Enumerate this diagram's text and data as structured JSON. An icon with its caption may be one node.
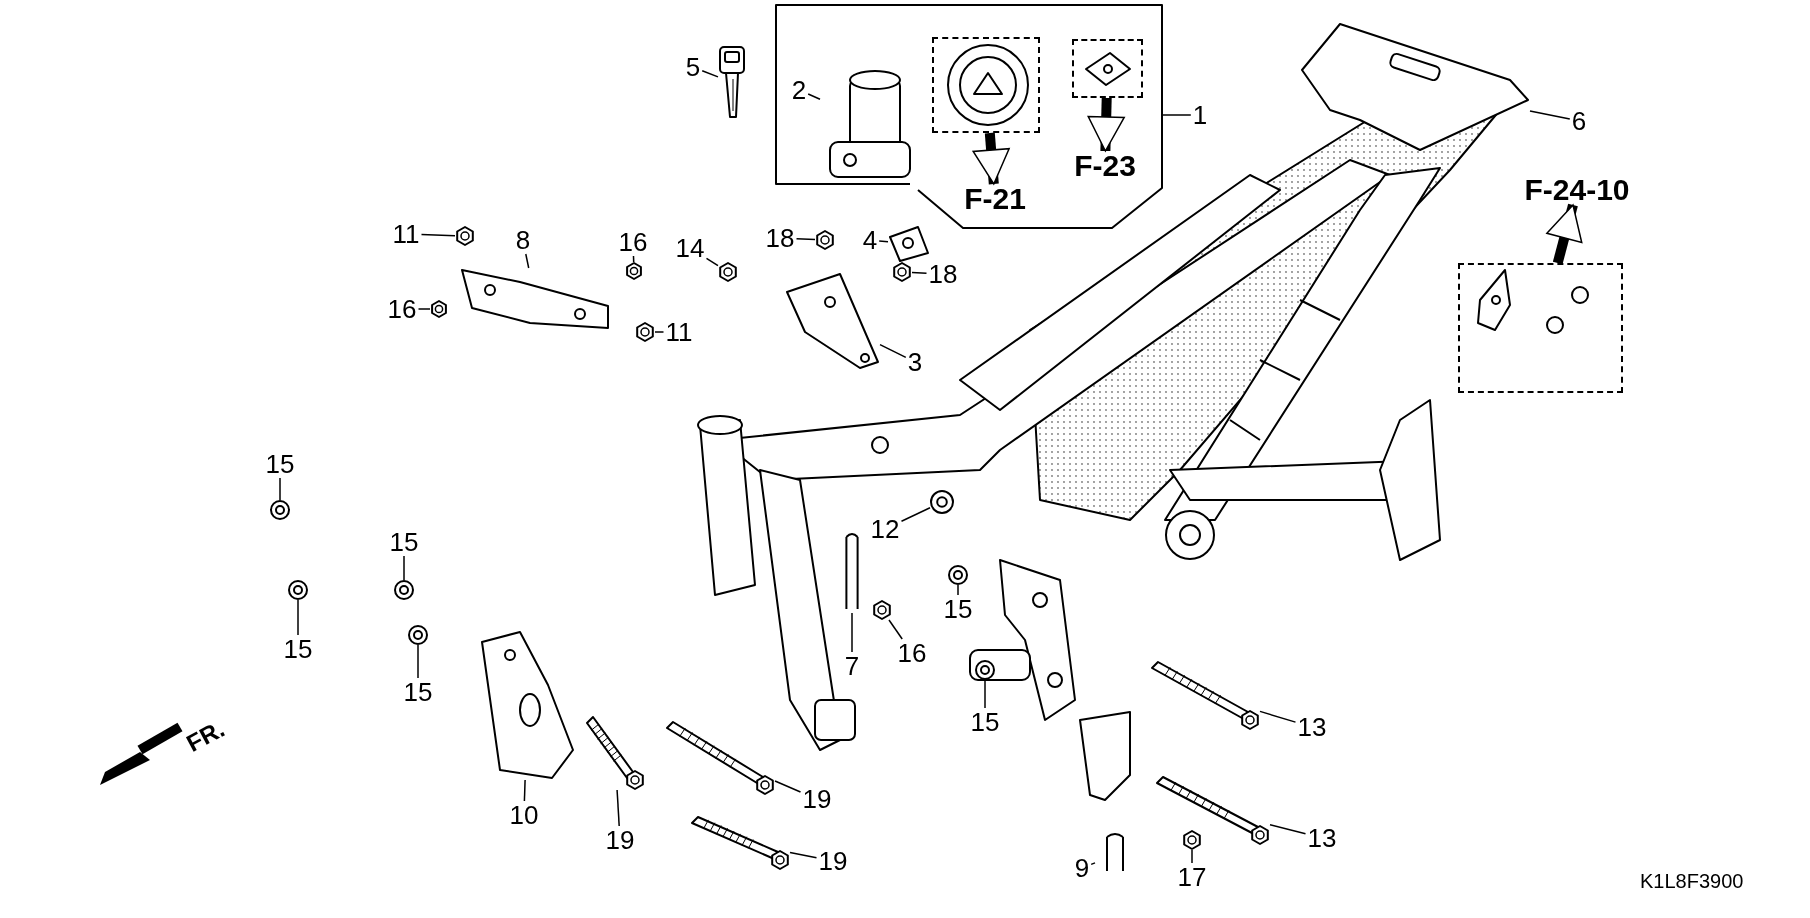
{
  "diagram": {
    "nodes": [
      {
        "text": [],
        "shape": "box"
      },
      {
        "text": [],
        "shape": "box",
        "in": 0
      },
      {
        "text": [],
        "shape": "box",
        "in": 0
      },
      {
        "text": [
          "2"
        ],
        "in": 0
      },
      {
        "text": [],
        "shape": "picture",
        "in": 0
      },
      {
        "text": [
          "F-21"
        ],
        "in": 0
      },
      {
        "text": [
          "F-23"
        ],
        "in": 0
      },
      {
        "text": [
          "5"
        ]
      },
      {
        "text": [
          "1"
        ]
      },
      {
        "text": [
          "6"
        ]
      },
      {
        "text": [
          "4"
        ]
      },
      {
        "text": [
          "11"
        ]
      },
      {
        "text": [
          "8"
        ]
      },
      {
        "text": [
          "16"
        ]
      },
      {
        "text": [
          "18"
        ]
      },
      {
        "text": [
          "14"
        ]
      },
      {
        "text": [
          "18"
        ]
      },
      {
        "text": [
          "16"
        ]
      },
      {
        "text": [
          "11"
        ]
      },
      {
        "text": [
          "3"
        ]
      },
      {
        "text": [
          "15"
        ]
      },
      {
        "text": [
          "12"
        ]
      },
      {
        "text": [
          "15"
        ]
      },
      {
        "text": [
          "15"
        ]
      },
      {
        "text": [
          "15"
        ]
      },
      {
        "text": [
          "7"
        ]
      },
      {
        "text": [
          "16"
        ]
      },
      {
        "text": [
          "15"
        ]
      },
      {
        "text": [
          "15"
        ]
      },
      {
        "text": [
          "13"
        ]
      },
      {
        "text": [
          "19"
        ]
      },
      {
        "text": [
          "10"
        ]
      },
      {
        "text": [
          "19"
        ]
      },
      {
        "text": [
          "19"
        ]
      },
      {
        "text": [
          "13"
        ]
      },
      {
        "text": [
          "9"
        ]
      },
      {
        "text": [
          "17"
        ]
      },
      {
        "text": [
          "F-24-10"
        ]
      },
      {
        "text": [],
        "shape": "box"
      },
      {
        "text": [],
        "shape": "picture"
      },
      {
        "text": [],
        "shape": "picture"
      },
      {
        "text": [],
        "shape": "picture"
      },
      {
        "text": [],
        "shape": "picture"
      },
      {
        "text": [],
        "shape": "picture"
      },
      {
        "text": [],
        "shape": "picture"
      },
      {
        "text": [],
        "shape": "picture"
      },
      {
        "text": [],
        "shape": "picture"
      },
      {
        "text": [],
        "shape": "picture"
      },
      {
        "text": [],
        "shape": "picture"
      },
      {
        "text": [],
        "shape": "picture"
      },
      {
        "text": [],
        "shape": "picture"
      },
      {
        "text": [],
        "shape": "picture"
      },
      {
        "text": [],
        "shape": "picture"
      },
      {
        "text": [],
        "shape": "picture"
      },
      {
        "text": [],
        "shape": "picture"
      },
      {
        "text": [],
        "shape": "picture"
      },
      {
        "text": [],
        "shape": "picture"
      },
      {
        "text": [],
        "shape": "picture"
      },
      {
        "text": [],
        "shape": "picture"
      },
      {
        "text": [],
        "shape": "picture"
      },
      {
        "text": [],
        "shape": "picture"
      },
      {
        "text": [],
        "shape": "picture"
      },
      {
        "text": [],
        "shape": "picture"
      },
      {
        "text": [],
        "shape": "picture"
      },
      {
        "text": [],
        "shape": "picture"
      },
      {
        "text": [],
        "shape": "picture"
      },
      {
        "text": [],
        "shape": "picture"
      },
      {
        "text": [],
        "shape": "picture"
      }
    ],
    "edges": [
      {
        "from": 7,
        "to": 39,
        "arrow": "none"
      },
      {
        "from": 3,
        "to": 4,
        "arrow": "none"
      },
      {
        "from": 8,
        "to": 0,
        "arrow": "none"
      },
      {
        "from": 9,
        "to": 40,
        "arrow": "none"
      },
      {
        "from": 10,
        "to": 41,
        "arrow": "none"
      },
      {
        "from": 11,
        "to": 42,
        "arrow": "none"
      },
      {
        "from": 12,
        "to": 43,
        "arrow": "none"
      },
      {
        "from": 13,
        "to": 44,
        "arrow": "none"
      },
      {
        "from": 14,
        "to": 45,
        "arrow": "none"
      },
      {
        "from": 15,
        "to": 46,
        "arrow": "none"
      },
      {
        "from": 16,
        "to": 47,
        "arrow": "none"
      },
      {
        "from": 17,
        "to": 48,
        "arrow": "none"
      },
      {
        "from": 18,
        "to": 49,
        "arrow": "none"
      },
      {
        "from": 19,
        "to": 50,
        "arrow": "none"
      },
      {
        "from": 20,
        "to": 51,
        "arrow": "none"
      },
      {
        "from": 21,
        "to": 52,
        "arrow": "none"
      },
      {
        "from": 22,
        "to": 53,
        "arrow": "none"
      },
      {
        "from": 23,
        "to": 54,
        "arrow": "none"
      },
      {
        "from": 24,
        "to": 55,
        "arrow": "none"
      },
      {
        "from": 25,
        "to": 56,
        "arrow": "none"
      },
      {
        "from": 26,
        "to": 57,
        "arrow": "none"
      },
      {
        "from": 27,
        "to": 58,
        "arrow": "none"
      },
      {
        "from": 28,
        "to": 59,
        "arrow": "none"
      },
      {
        "from": 29,
        "to": 60,
        "arrow": "none"
      },
      {
        "from": 30,
        "to": 61,
        "arrow": "none"
      },
      {
        "from": 31,
        "to": 62,
        "arrow": "none"
      },
      {
        "from": 32,
        "to": 63,
        "arrow": "none"
      },
      {
        "from": 33,
        "to": 64,
        "arrow": "none"
      },
      {
        "from": 34,
        "to": 65,
        "arrow": "none"
      },
      {
        "from": 35,
        "to": 66,
        "arrow": "none"
      },
      {
        "from": 36,
        "to": 67,
        "arrow": "none"
      },
      {
        "from": 1,
        "to": 5,
        "arrow": "to",
        "style": "thick"
      },
      {
        "from": 2,
        "to": 6,
        "arrow": "to",
        "style": "thick"
      },
      {
        "from": 38,
        "to": 37,
        "arrow": "to",
        "style": "thick"
      }
    ],
    "labels": [
      "FR.",
      "K1L8F3900"
    ]
  }
}
